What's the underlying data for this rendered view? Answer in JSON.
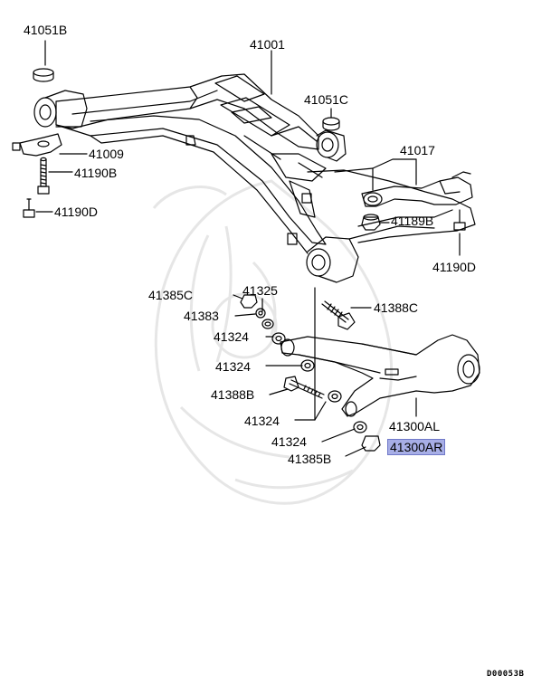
{
  "labels": {
    "l41051B": "41051B",
    "l41001": "41001",
    "l41051C": "41051C",
    "l41009": "41009",
    "l41190B": "41190B",
    "l41190D_left": "41190D",
    "l41017": "41017",
    "l41189B": "41189B",
    "l41190D_right": "41190D",
    "l41385C": "41385C",
    "l41325": "41325",
    "l41383": "41383",
    "l41388C": "41388C",
    "l41324_a": "41324",
    "l41324_b": "41324",
    "l41388B": "41388B",
    "l41324_c": "41324",
    "l41300AL": "41300AL",
    "l41324_d": "41324",
    "l41300AR": "41300AR",
    "l41385B": "41385B"
  },
  "diagram_code": "D00053B",
  "colors": {
    "line": "#000000",
    "highlight": "#a7aee6",
    "watermark": "#e6e6e6"
  }
}
